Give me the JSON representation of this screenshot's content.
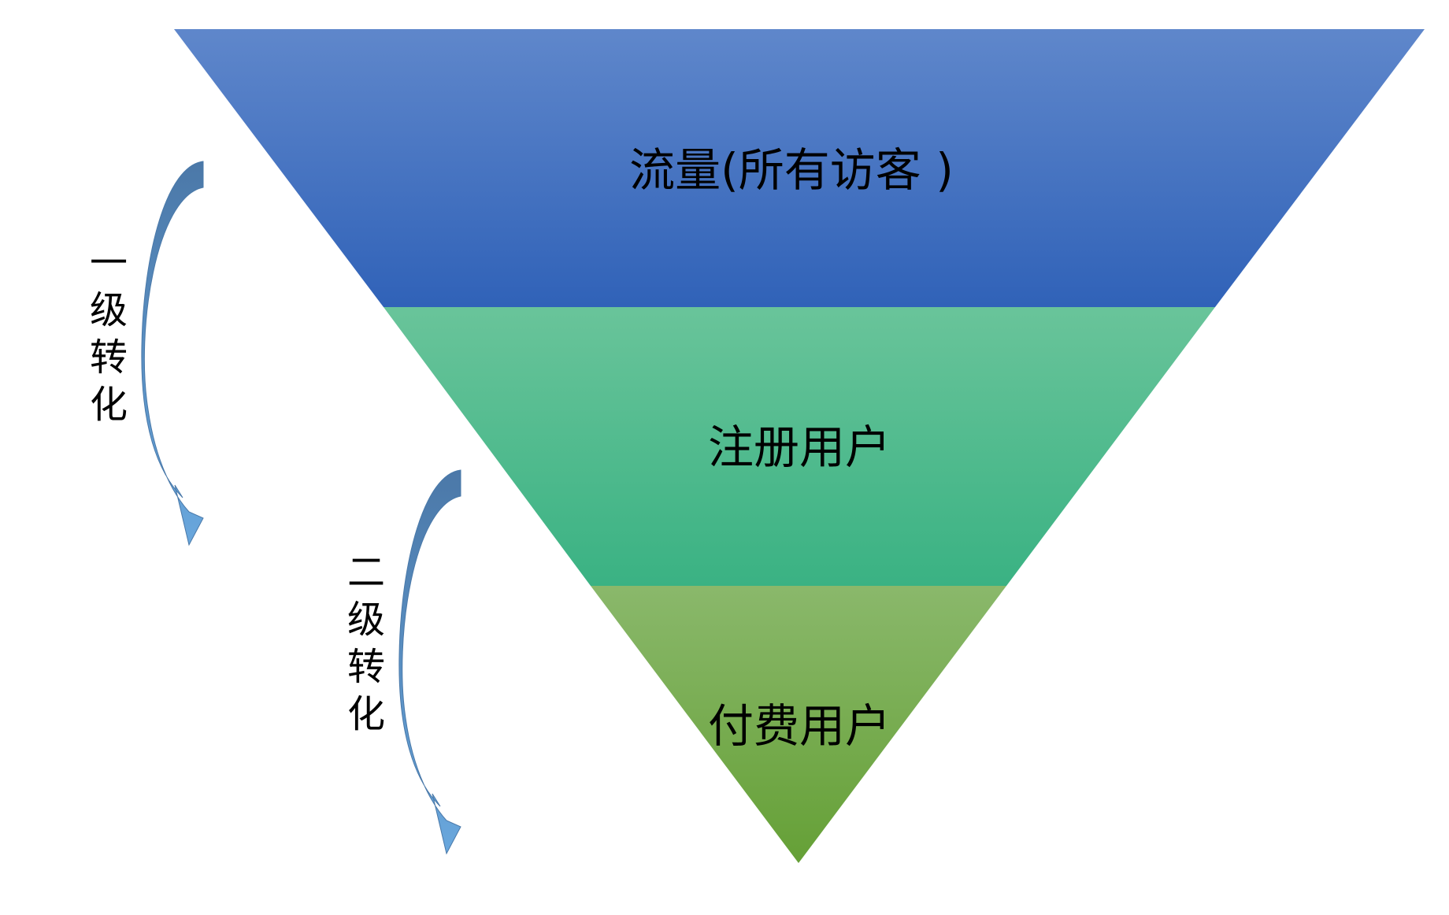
{
  "funnel": {
    "stages": [
      {
        "label": "流量(所有访客 )",
        "color_top": "#5f87cb",
        "color_bottom": "#3062b8"
      },
      {
        "label": "注册用户",
        "color_top": "#69c49a",
        "color_bottom": "#3ab283"
      },
      {
        "label": "付费用户",
        "color_top": "#8ab86b",
        "color_bottom": "#65a036"
      }
    ]
  },
  "conversions": [
    {
      "label": "一级转化"
    },
    {
      "label": "二级转化"
    }
  ],
  "arrow_colors": {
    "top": "#4b78a8",
    "bottom": "#69a7dd"
  }
}
